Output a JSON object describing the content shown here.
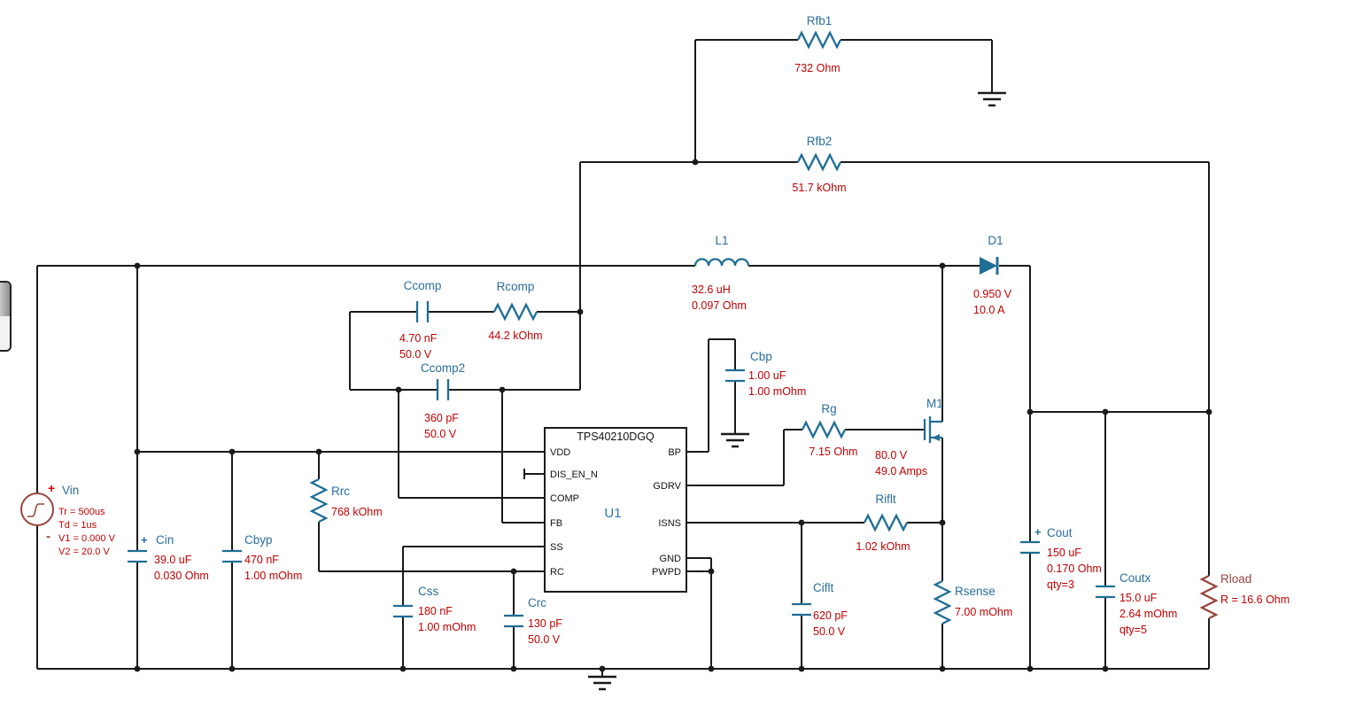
{
  "colors": {
    "wire": "#1a1a1a",
    "symbol": "#1F6E96",
    "name": "#2A6E9E",
    "value": "#C00000",
    "load": "#96463C"
  },
  "ic": {
    "refdes": "U1",
    "part": "TPS40210DGQ",
    "left_pins": [
      "VDD",
      "DIS_EN_N",
      "COMP",
      "FB",
      "SS",
      "RC"
    ],
    "right_pins": [
      "BP",
      "GDRV",
      "ISNS",
      "GND",
      "PWPD"
    ]
  },
  "components": {
    "rfb1": {
      "name": "Rfb1",
      "values": [
        "732 Ohm"
      ]
    },
    "rfb2": {
      "name": "Rfb2",
      "values": [
        "51.7 kOhm"
      ]
    },
    "l1": {
      "name": "L1",
      "values": [
        "32.6 uH",
        "0.097 Ohm"
      ]
    },
    "d1": {
      "name": "D1",
      "values": [
        "0.950 V",
        "10.0 A"
      ]
    },
    "ccomp": {
      "name": "Ccomp",
      "values": [
        "4.70 nF",
        "50.0 V"
      ]
    },
    "rcomp": {
      "name": "Rcomp",
      "values": [
        "44.2 kOhm"
      ]
    },
    "ccomp2": {
      "name": "Ccomp2",
      "values": [
        "360 pF",
        "50.0 V"
      ]
    },
    "cbp": {
      "name": "Cbp",
      "values": [
        "1.00 uF",
        "1.00 mOhm"
      ]
    },
    "rg": {
      "name": "Rg",
      "values": [
        "7.15 Ohm"
      ]
    },
    "m1": {
      "name": "M1",
      "values": [
        "80.0 V",
        "49.0 Amps"
      ]
    },
    "riflt": {
      "name": "Riflt",
      "values": [
        "1.02 kOhm"
      ]
    },
    "ciflt": {
      "name": "Ciflt",
      "values": [
        "620 pF",
        "50.0 V"
      ]
    },
    "rsense": {
      "name": "Rsense",
      "values": [
        "7.00 mOhm"
      ]
    },
    "cout": {
      "name": "Cout",
      "plus": "+",
      "values": [
        "150 uF",
        "0.170 Ohm",
        "qty=3"
      ]
    },
    "coutx": {
      "name": "Coutx",
      "values": [
        "15.0 uF",
        "2.64 mOhm",
        "qty=5"
      ]
    },
    "rload": {
      "name": "Rload",
      "values": [
        "R = 16.6 Ohm"
      ]
    },
    "vin": {
      "name": "Vin",
      "plus": "+",
      "minus": "-",
      "values": [
        "Tr = 500us",
        "Td = 1us",
        "V1 = 0.000 V",
        "V2 = 20.0 V"
      ]
    },
    "cin": {
      "name": "Cin",
      "plus": "+",
      "values": [
        "39.0 uF",
        "0.030 Ohm"
      ]
    },
    "cbyp": {
      "name": "Cbyp",
      "values": [
        "470 nF",
        "1.00 mOhm"
      ]
    },
    "rrc": {
      "name": "Rrc",
      "values": [
        "768 kOhm"
      ]
    },
    "css": {
      "name": "Css",
      "values": [
        "180 nF",
        "1.00 mOhm"
      ]
    },
    "crc": {
      "name": "Crc",
      "values": [
        "130 pF",
        "50.0 V"
      ]
    }
  }
}
